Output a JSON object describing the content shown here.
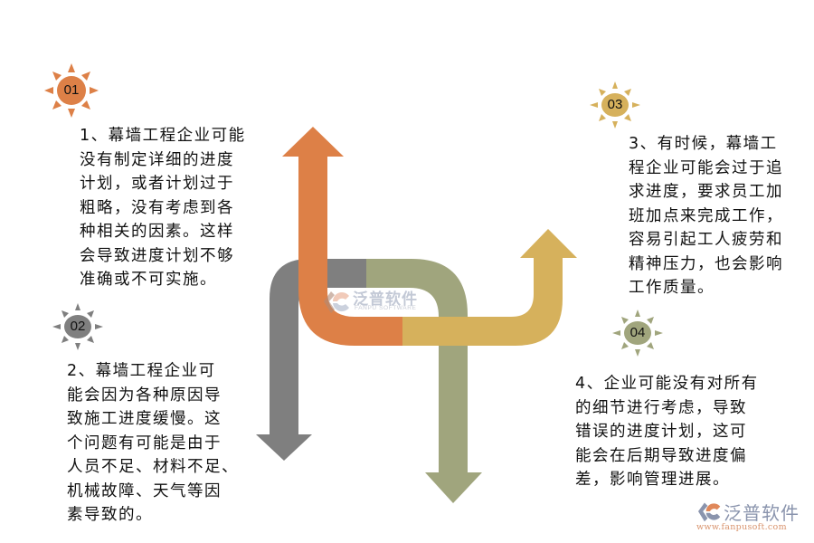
{
  "colors": {
    "orange": "#dd8047",
    "grey": "#7f7f7f",
    "olive": "#a0a57d",
    "gold": "#d6b15c",
    "text": "#111111",
    "watermark_text": "#c3c9d6",
    "logo_url": "#d9946e"
  },
  "items": [
    {
      "number": "01",
      "color": "#dd8047",
      "text": "1、幕墙工程企业可能\n没有制定详细的进度\n计划，或者计划过于\n粗略，没有考虑到各\n种相关的因素。这样\n会导致进度计划不够\n准确或不可实施。"
    },
    {
      "number": "02",
      "color": "#7f7f7f",
      "text": "2、幕墙工程企业可\n能会因为各种原因导\n致施工进度缓慢。这\n个问题有可能是由于\n人员不足、材料不足、\n机械故障、天气等因\n素导致的。"
    },
    {
      "number": "03",
      "color": "#d6b15c",
      "text": "3、有时候，幕墙工\n程企业可能会过于追\n求进度，要求员工加\n班加点来完成工作，\n容易引起工人疲劳和\n精神压力，也会影响\n工作质量。"
    },
    {
      "number": "04",
      "color": "#a0a57d",
      "text": "4、企业可能没有对所有\n的细节进行考虑，导致\n错误的进度计划，这可\n能会在后期导致进度偏\n差，影响管理进展。"
    }
  ],
  "watermark": {
    "title": "泛普软件",
    "subtitle": "FANPU SOFTWARE"
  },
  "footer_logo": {
    "title": "泛普软件",
    "url": "www.fanpusoft.com"
  }
}
